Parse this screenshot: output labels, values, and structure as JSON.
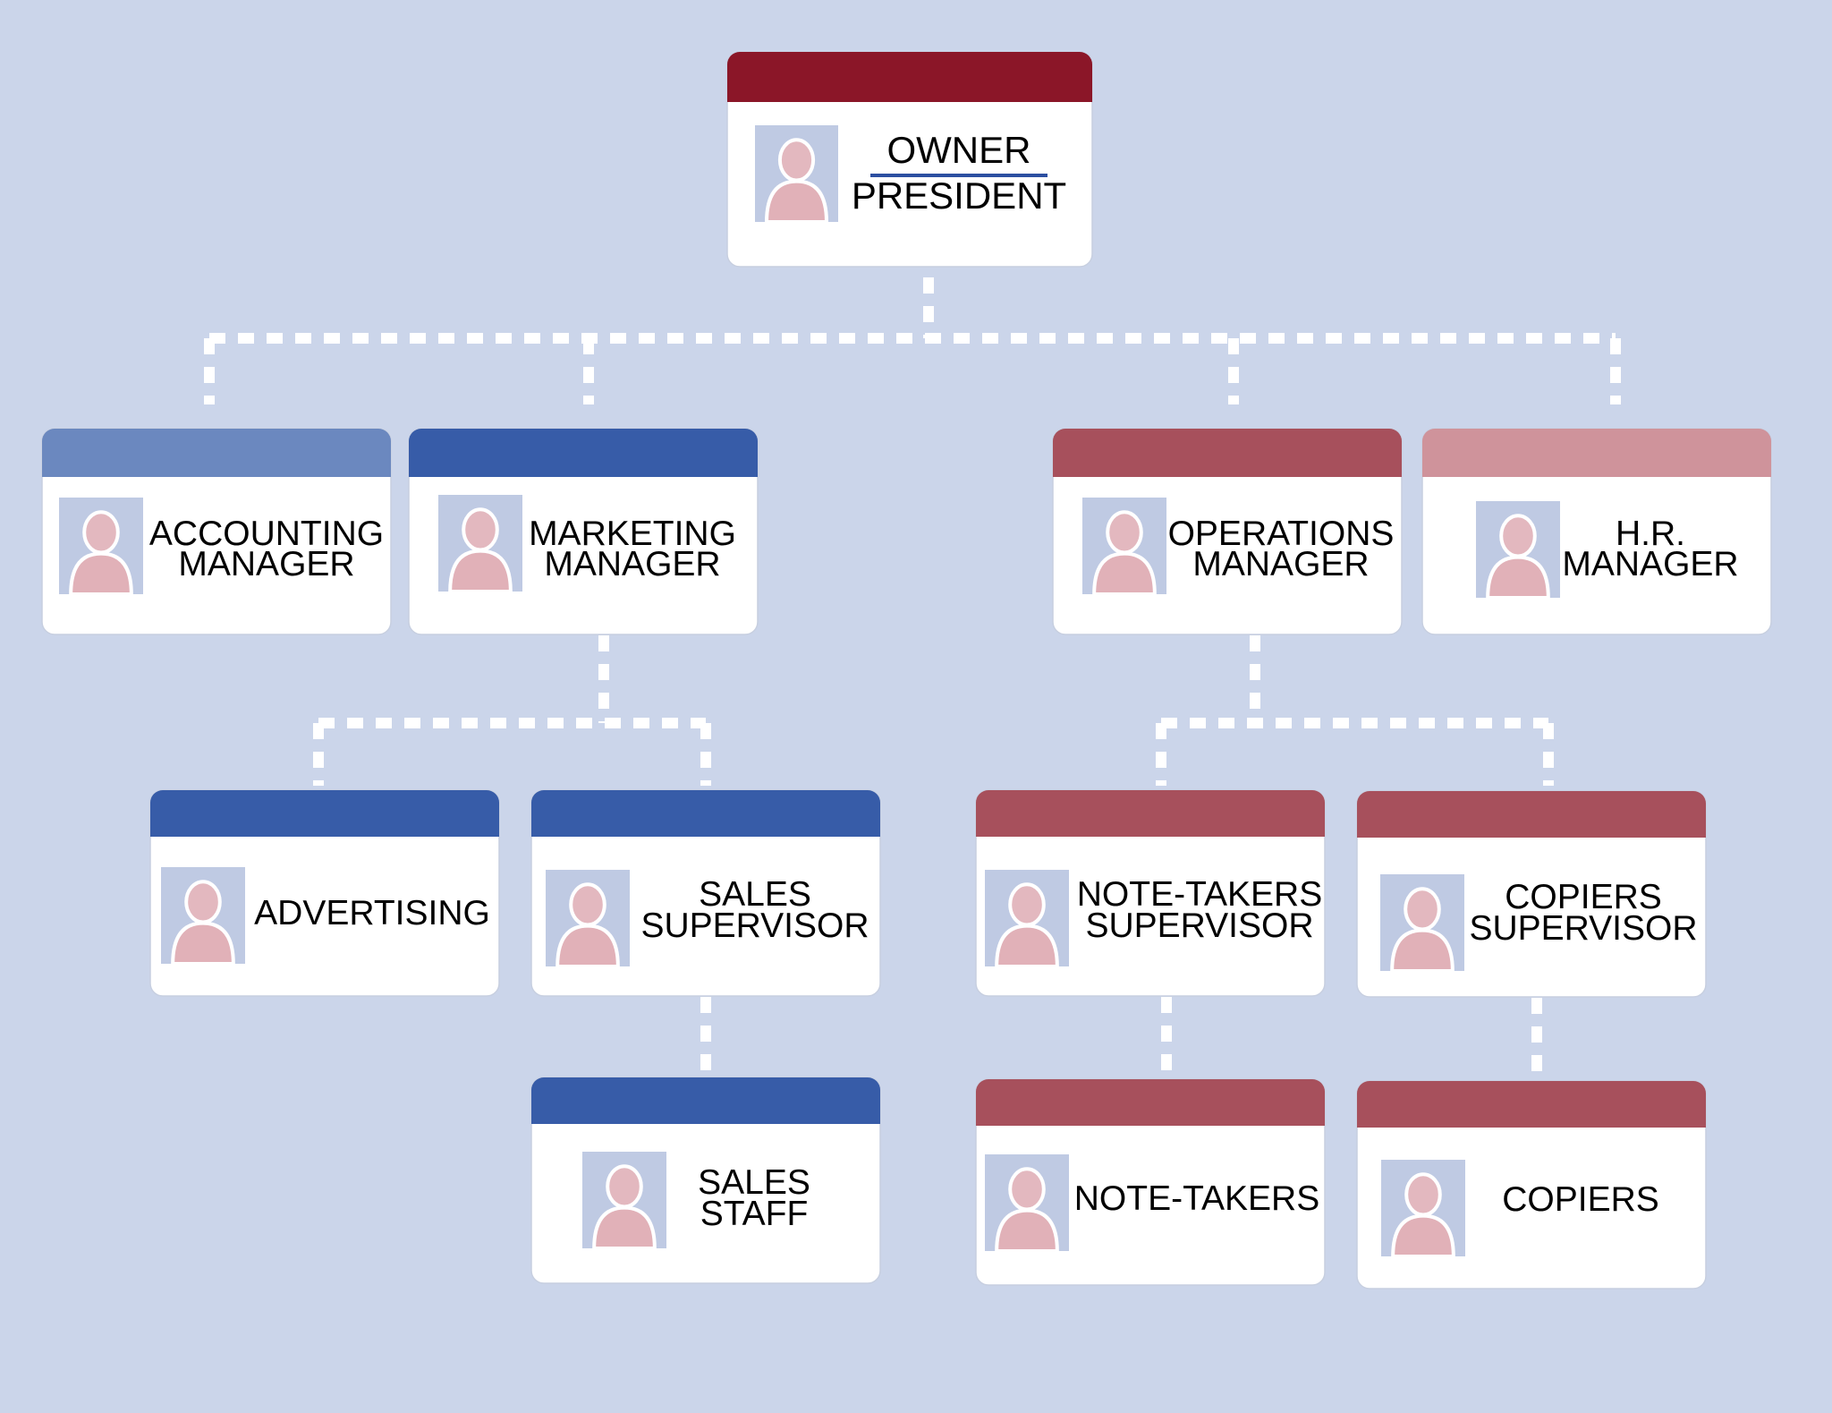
{
  "colors": {
    "background": "#cbd5ea",
    "connector": "#ffffff",
    "card_body": "#ffffff",
    "photo_frame": "#bfcae3",
    "person_head": "#e3b8bf",
    "person_body": "#e1b1b8",
    "person_outline": "#ffffff",
    "divider_line": "#2c4fa1",
    "header_owner": "#8b1628",
    "header_accounting": "#6b88bf",
    "header_marketing": "#375ca8",
    "header_operations": "#a7505c",
    "header_hr": "#cf939b",
    "header_advertising": "#375ca8",
    "header_sales_supervisor": "#375ca8",
    "header_sales_staff": "#375ca8",
    "header_note_takers_supervisor": "#a7505c",
    "header_copiers_supervisor": "#a7505c",
    "header_note_takers": "#a7505c",
    "header_copiers": "#a7505c"
  },
  "nodes": [
    {
      "id": "owner",
      "parent": null,
      "header_color_key": "header_owner",
      "lines": [
        "OWNER",
        "PRESIDENT"
      ],
      "has_divider": true,
      "icon": "person-icon"
    },
    {
      "id": "accounting",
      "parent": "owner",
      "header_color_key": "header_accounting",
      "lines": [
        "ACCOUNTING",
        "MANAGER"
      ],
      "has_divider": false,
      "icon": "person-icon"
    },
    {
      "id": "marketing",
      "parent": "owner",
      "header_color_key": "header_marketing",
      "lines": [
        "MARKETING",
        "MANAGER"
      ],
      "has_divider": false,
      "icon": "person-icon"
    },
    {
      "id": "operations",
      "parent": "owner",
      "header_color_key": "header_operations",
      "lines": [
        "OPERATIONS",
        "MANAGER"
      ],
      "has_divider": false,
      "icon": "person-icon"
    },
    {
      "id": "hr",
      "parent": "owner",
      "header_color_key": "header_hr",
      "lines": [
        "H.R.",
        "MANAGER"
      ],
      "has_divider": false,
      "icon": "person-icon"
    },
    {
      "id": "advertising",
      "parent": "marketing",
      "header_color_key": "header_advertising",
      "lines": [
        "ADVERTISING"
      ],
      "has_divider": false,
      "icon": "person-icon"
    },
    {
      "id": "sales-supervisor",
      "parent": "marketing",
      "header_color_key": "header_sales_supervisor",
      "lines": [
        "SALES",
        "SUPERVISOR"
      ],
      "has_divider": false,
      "icon": "person-icon"
    },
    {
      "id": "note-takers-supervisor",
      "parent": "operations",
      "header_color_key": "header_note_takers_supervisor",
      "lines": [
        "NOTE-TAKERS",
        "SUPERVISOR"
      ],
      "has_divider": false,
      "icon": "person-icon"
    },
    {
      "id": "copiers-supervisor",
      "parent": "operations",
      "header_color_key": "header_copiers_supervisor",
      "lines": [
        "COPIERS",
        "SUPERVISOR"
      ],
      "has_divider": false,
      "icon": "person-icon"
    },
    {
      "id": "sales-staff",
      "parent": "sales-supervisor",
      "header_color_key": "header_sales_staff",
      "lines": [
        "SALES",
        "STAFF"
      ],
      "has_divider": false,
      "icon": "person-icon"
    },
    {
      "id": "note-takers",
      "parent": "note-takers-supervisor",
      "header_color_key": "header_note_takers",
      "lines": [
        "NOTE-TAKERS"
      ],
      "has_divider": false,
      "icon": "person-icon"
    },
    {
      "id": "copiers",
      "parent": "copiers-supervisor",
      "header_color_key": "header_copiers",
      "lines": [
        "COPIERS"
      ],
      "has_divider": false,
      "icon": "person-icon"
    }
  ]
}
